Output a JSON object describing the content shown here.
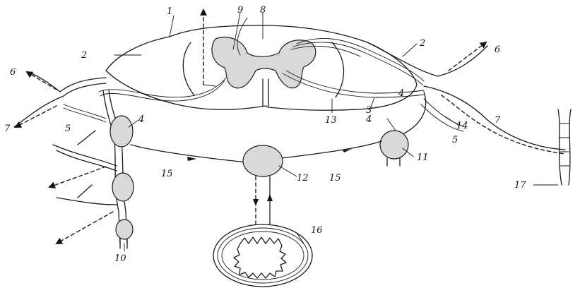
{
  "labels": {
    "l1": "1",
    "l2a": "2",
    "l2b": "2",
    "l3": "3",
    "l4a": "4",
    "l4b": "4",
    "l4c": "4",
    "l5a": "5",
    "l5b": "5",
    "l6a": "6",
    "l6b": "6",
    "l7a": "7",
    "l7b": "7",
    "l8": "8",
    "l9": "9",
    "l10": "10",
    "l11": "11",
    "l12": "12",
    "l13": "13",
    "l14": "14",
    "l15a": "15",
    "l15b": "15",
    "l16": "16",
    "l17": "17"
  },
  "colors": {
    "ink": "#1a1a1a",
    "stipple": "#d9d9d9",
    "background": "#ffffff"
  }
}
